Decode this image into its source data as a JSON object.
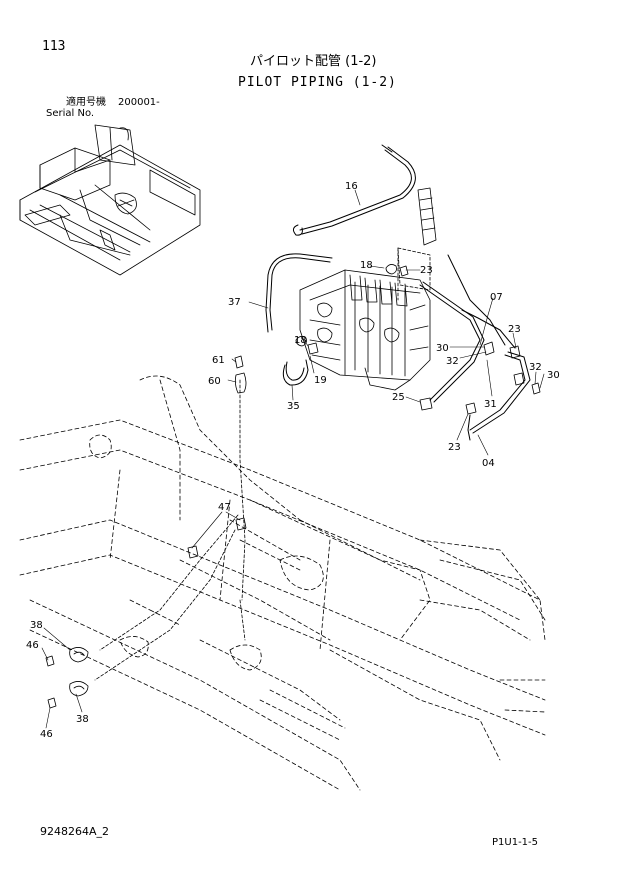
{
  "header": {
    "page_number": "113",
    "title_jp": "パイロット配管 (1-2)",
    "title_en": "PILOT PIPING (1-2)",
    "serial_label_jp": "適用号機",
    "serial_label_en": "Serial No.",
    "serial_value": "200001-"
  },
  "callouts": {
    "c16": "16",
    "c18a": "18",
    "c23a": "23",
    "c37": "37",
    "c07": "07",
    "c23b": "23",
    "c30a": "30",
    "c32a": "32",
    "c18b": "18",
    "c61": "61",
    "c19": "19",
    "c60": "60",
    "c35": "35",
    "c25": "25",
    "c31": "31",
    "c32b": "32",
    "c30b": "30",
    "c23c": "23",
    "c04": "04",
    "c47": "47",
    "c38a": "38",
    "c46a": "46",
    "c38b": "38",
    "c46b": "46"
  },
  "footer": {
    "drawing_number": "9248264A_2",
    "page_ref": "P1U1-1-5"
  }
}
